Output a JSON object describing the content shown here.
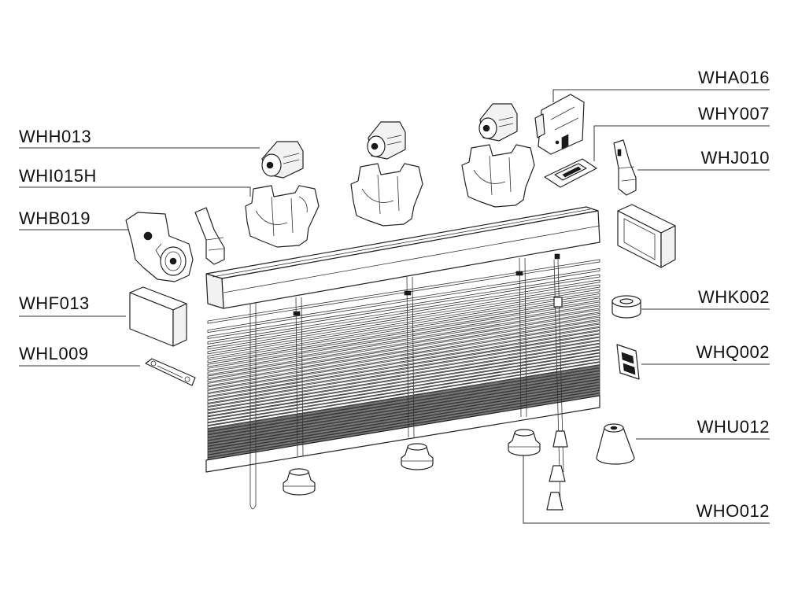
{
  "parts": [
    {
      "code": "WHA016",
      "name": "part-wha016"
    },
    {
      "code": "WHY007",
      "name": "part-why007"
    },
    {
      "code": "WHH013",
      "name": "part-whh013"
    },
    {
      "code": "WHJ010",
      "name": "part-whj010"
    },
    {
      "code": "WHI015H",
      "name": "part-whi015h"
    },
    {
      "code": "WHB019",
      "name": "part-whb019"
    },
    {
      "code": "WHF013",
      "name": "part-whf013"
    },
    {
      "code": "WHK002",
      "name": "part-whk002"
    },
    {
      "code": "WHL009",
      "name": "part-whl009"
    },
    {
      "code": "WHQ002",
      "name": "part-whq002"
    },
    {
      "code": "WHU012",
      "name": "part-whu012"
    },
    {
      "code": "WHO012",
      "name": "part-who012"
    }
  ]
}
